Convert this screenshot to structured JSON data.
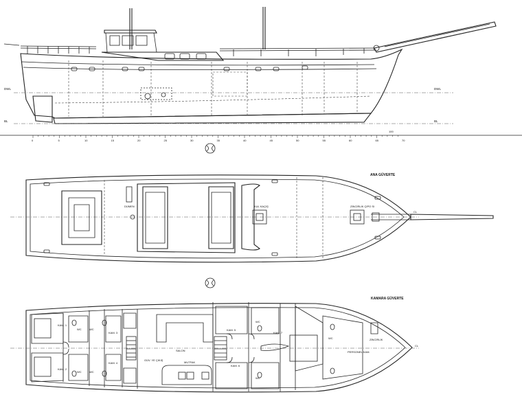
{
  "side_view": {
    "dwl_left": "DWL",
    "dwl_right": "DWL",
    "bl_left": "BL",
    "bl_right": "BL",
    "scale_ticks": [
      "0",
      "5",
      "10",
      "15",
      "20",
      "25",
      "30",
      "35",
      "40",
      "45",
      "50",
      "55",
      "60",
      "65",
      "70"
    ],
    "marker_label": "100"
  },
  "main_deck": {
    "title": "ANA GÜVERTE",
    "helm_label": "DÜMEN",
    "hatch_label": "KUL KAÇIŞ",
    "chain_label": "ZİNCİRLİK ÇIPO SI",
    "cl_label": "CL"
  },
  "cabin_deck": {
    "title": "KAMARA GÜVERTE",
    "cabins": [
      "KAM. 1",
      "KAM. 2",
      "KAM. 3",
      "KAM. 4",
      "KAM. 5",
      "KAM. 6",
      "KAM. 7"
    ],
    "wc_label": "WC",
    "salon_label": "SALON",
    "galley_label": "MUTFAK",
    "stair_label": "GÜV. YE ÇIKIŞ",
    "crew_label": "PERSONEL KAM.",
    "chain_label": "ZİNCİRLİK",
    "cl_label": "CL"
  }
}
